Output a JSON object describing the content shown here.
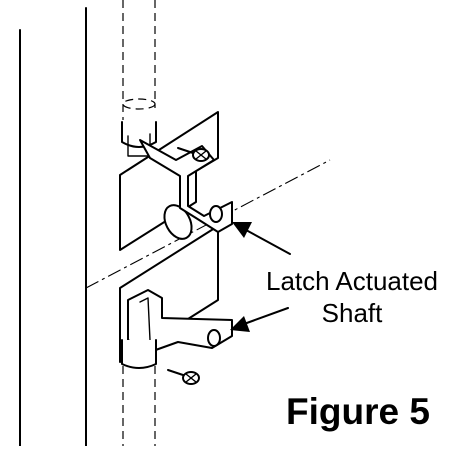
{
  "diagram": {
    "callout_label_line1": "Latch Actuated",
    "callout_label_line2": "Shaft",
    "figure_caption": "Figure 5"
  }
}
